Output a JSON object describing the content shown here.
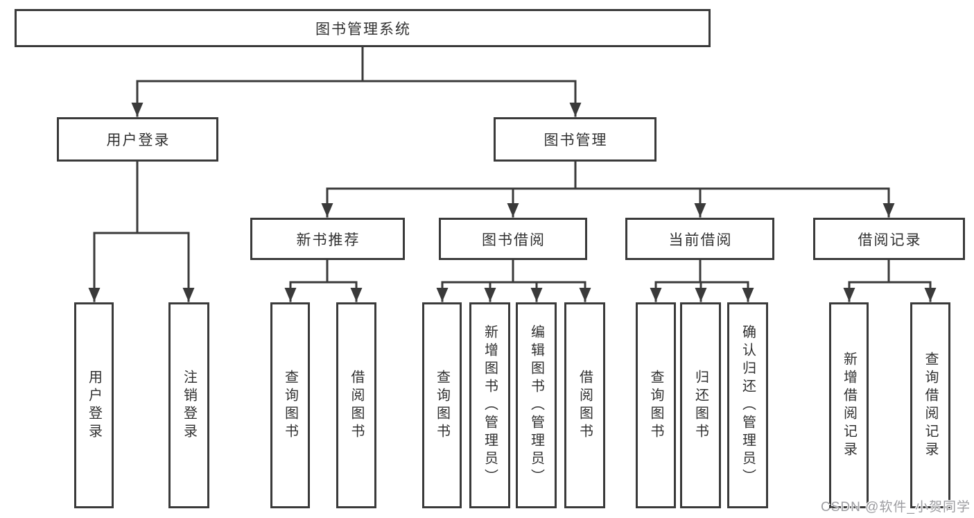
{
  "diagram_type": "hierarchy",
  "colors": {
    "line": "#3a3a3a",
    "box_border": "#3a3a3a",
    "box_fill": "#ffffff",
    "text": "#303030",
    "watermark_text": "#9c9ca0"
  },
  "watermark": {
    "text": "CSDN @软件_小贺同学"
  },
  "nodes": [
    {
      "id": "root",
      "label": "图书管理系统",
      "level": 1,
      "parent": null
    },
    {
      "id": "user-login-branch",
      "label": "用户登录",
      "level": 2,
      "parent": "图书管理系统"
    },
    {
      "id": "book-management-branch",
      "label": "图书管理",
      "level": 2,
      "parent": "图书管理系统"
    },
    {
      "id": "new-book-recommend",
      "label": "新书推荐",
      "level": 3,
      "parent": "图书管理"
    },
    {
      "id": "book-borrow",
      "label": "图书借阅",
      "level": 3,
      "parent": "图书管理"
    },
    {
      "id": "current-borrow",
      "label": "当前借阅",
      "level": 3,
      "parent": "图书管理"
    },
    {
      "id": "borrow-records",
      "label": "借阅记录",
      "level": 3,
      "parent": "图书管理"
    },
    {
      "id": "leaf-user-login",
      "label": "用户登录",
      "level": 4,
      "parent": "用户登录"
    },
    {
      "id": "leaf-logout",
      "label": "注销登录",
      "level": 4,
      "parent": "用户登录"
    },
    {
      "id": "leaf-query-books-recommend",
      "label": "查询图书",
      "level": 4,
      "parent": "新书推荐"
    },
    {
      "id": "leaf-borrow-books-recommend",
      "label": "借阅图书",
      "level": 4,
      "parent": "新书推荐"
    },
    {
      "id": "leaf-query-books-borrow",
      "label": "查询图书",
      "level": 4,
      "parent": "图书借阅"
    },
    {
      "id": "leaf-add-books-admin",
      "label": "新增图书（管理员）",
      "level": 4,
      "parent": "图书借阅"
    },
    {
      "id": "leaf-edit-books-admin",
      "label": "编辑图书（管理员）",
      "level": 4,
      "parent": "图书借阅"
    },
    {
      "id": "leaf-borrow-books-borrow",
      "label": "借阅图书",
      "level": 4,
      "parent": "图书借阅"
    },
    {
      "id": "leaf-query-books-current",
      "label": "查询图书",
      "level": 4,
      "parent": "当前借阅"
    },
    {
      "id": "leaf-return-books",
      "label": "归还图书",
      "level": 4,
      "parent": "当前借阅"
    },
    {
      "id": "leaf-confirm-return-admin",
      "label": "确认归还（管理员）",
      "level": 4,
      "parent": "当前借阅"
    },
    {
      "id": "leaf-add-borrow-record",
      "label": "新增借阅记录",
      "level": 4,
      "parent": "借阅记录"
    },
    {
      "id": "leaf-query-borrow-record",
      "label": "查询借阅记录",
      "level": 4,
      "parent": "借阅记录"
    }
  ]
}
